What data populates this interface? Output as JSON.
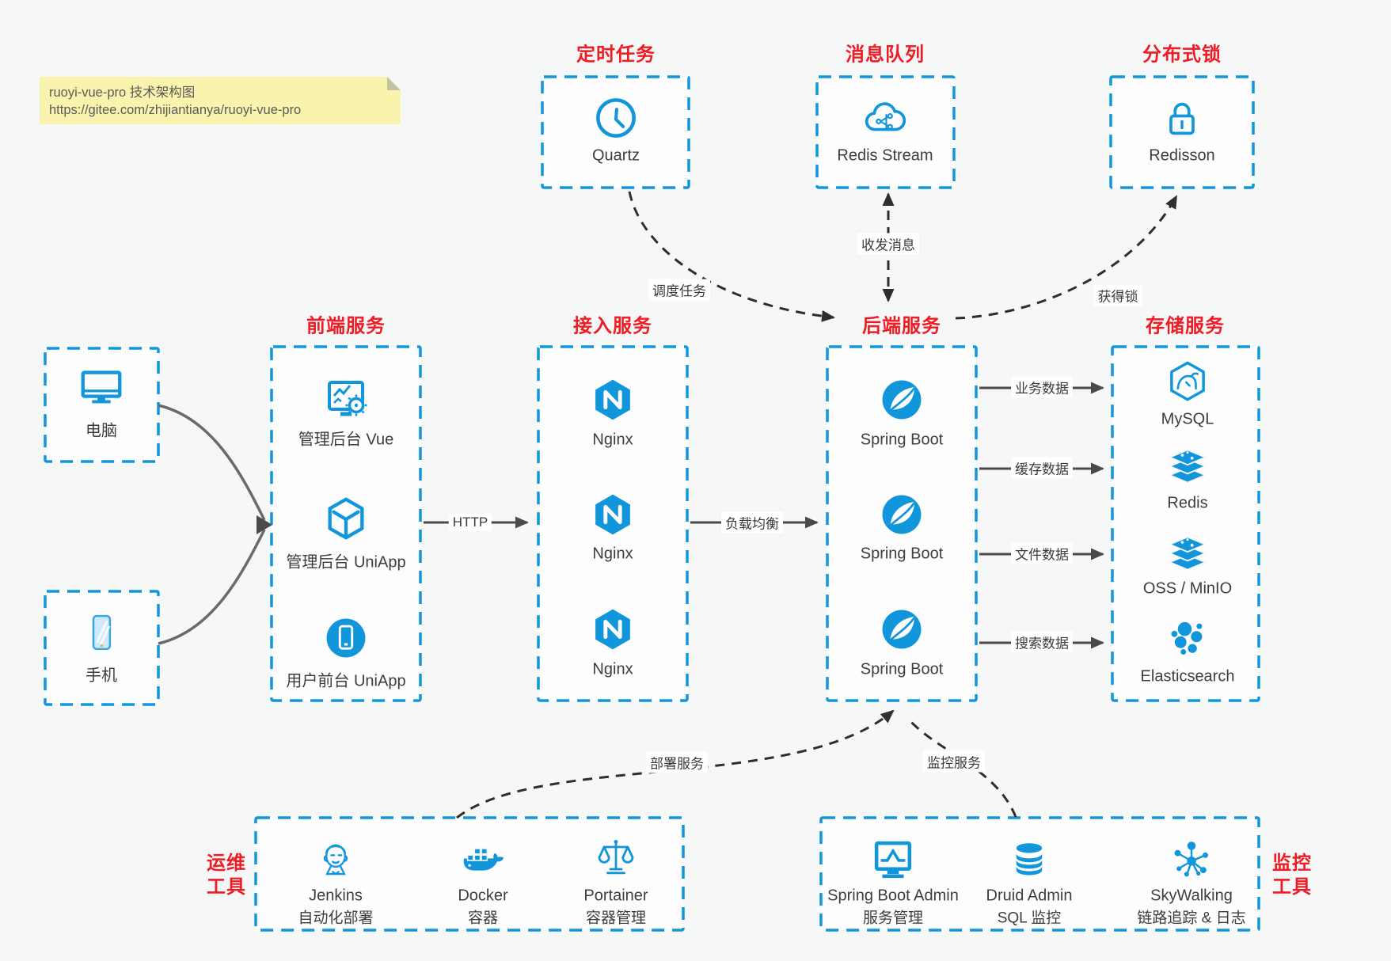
{
  "note": {
    "line1": "ruoyi-vue-pro 技术架构图",
    "line2": "https://gitee.com/zhijiantianya/ruoyi-vue-pro"
  },
  "colors": {
    "accent_blue": "#1296db",
    "title_red": "#ee1c25",
    "note_yellow": "#faf3ad",
    "solid_arrow": "#4a4a4a",
    "dashed_arrow": "#2e2e2e"
  },
  "top": [
    {
      "title": "定时任务",
      "label": "Quartz",
      "icon": "clock-icon"
    },
    {
      "title": "消息队列",
      "label": "Redis Stream",
      "icon": "cloud-stream-icon"
    },
    {
      "title": "分布式锁",
      "label": "Redisson",
      "icon": "lock-icon"
    }
  ],
  "clients": [
    {
      "label": "电脑",
      "icon": "desktop-icon"
    },
    {
      "label": "手机",
      "icon": "smartphone-icon"
    }
  ],
  "columns": [
    {
      "title": "前端服务",
      "items": [
        {
          "label": "管理后台 Vue",
          "icon": "admin-vue-icon"
        },
        {
          "label": "管理后台 UniApp",
          "icon": "uniapp-cube-icon"
        },
        {
          "label": "用户前台 UniApp",
          "icon": "user-app-icon"
        }
      ]
    },
    {
      "title": "接入服务",
      "items": [
        {
          "label": "Nginx",
          "icon": "nginx-icon"
        },
        {
          "label": "Nginx",
          "icon": "nginx-icon"
        },
        {
          "label": "Nginx",
          "icon": "nginx-icon"
        }
      ]
    },
    {
      "title": "后端服务",
      "items": [
        {
          "label": "Spring Boot",
          "icon": "spring-boot-icon"
        },
        {
          "label": "Spring Boot",
          "icon": "spring-boot-icon"
        },
        {
          "label": "Spring Boot",
          "icon": "spring-boot-icon"
        }
      ]
    },
    {
      "title": "存储服务",
      "items": [
        {
          "label": "MySQL",
          "icon": "mysql-icon"
        },
        {
          "label": "Redis",
          "icon": "redis-stack-icon"
        },
        {
          "label": "OSS / MinIO",
          "icon": "oss-minio-icon"
        },
        {
          "label": "Elasticsearch",
          "icon": "elasticsearch-icon"
        }
      ]
    }
  ],
  "bottom": [
    {
      "title": "运维工具",
      "items": [
        {
          "name": "Jenkins",
          "desc": "自动化部署",
          "icon": "jenkins-icon"
        },
        {
          "name": "Docker",
          "desc": "容器",
          "icon": "docker-icon"
        },
        {
          "name": "Portainer",
          "desc": "容器管理",
          "icon": "portainer-icon"
        }
      ]
    },
    {
      "title": "监控工具",
      "items": [
        {
          "name": "Spring Boot Admin",
          "desc": "服务管理",
          "icon": "spring-boot-admin-icon"
        },
        {
          "name": "Druid Admin",
          "desc": "SQL 监控",
          "icon": "druid-icon"
        },
        {
          "name": "SkyWalking",
          "desc": "链路追踪 & 日志",
          "icon": "skywalking-icon"
        }
      ]
    }
  ],
  "edges": {
    "http": "HTTP",
    "load_balance": "负载均衡",
    "schedule": "调度任务",
    "messages": "收发消息",
    "lock": "获得锁",
    "business": "业务数据",
    "cache": "缓存数据",
    "file": "文件数据",
    "search": "搜索数据",
    "deploy": "部署服务",
    "monitor": "监控服务"
  }
}
